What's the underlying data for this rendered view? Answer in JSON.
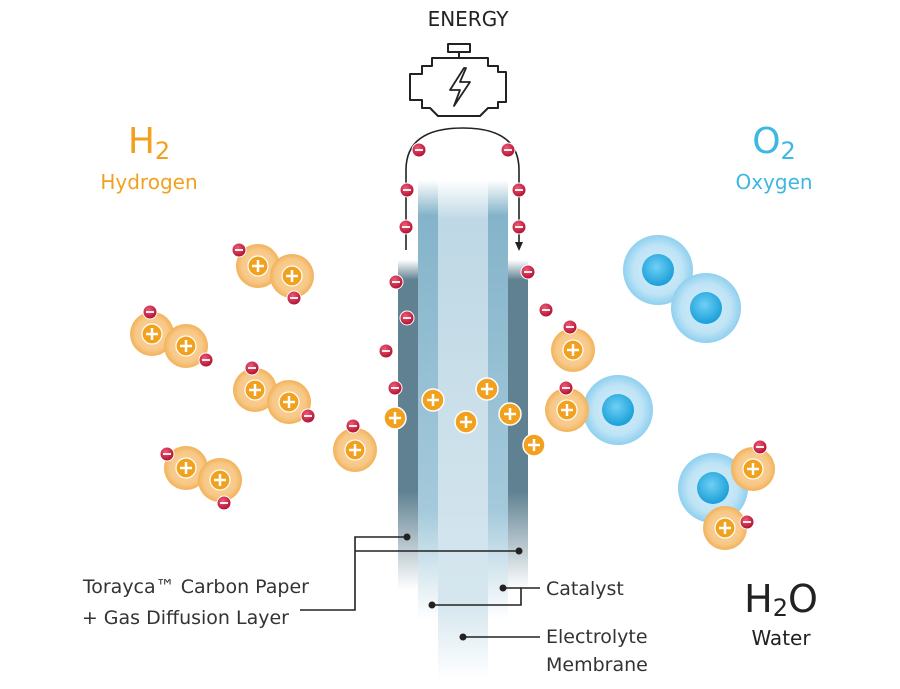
{
  "energy": {
    "label": "ENERGY",
    "icon": "engine-bolt-icon"
  },
  "hydrogen": {
    "symbol": "H",
    "subscript": "2",
    "name": "Hydrogen",
    "color": "#f2a11e"
  },
  "oxygen": {
    "symbol": "O",
    "subscript": "2",
    "name": "Oxygen",
    "color": "#3db8e2"
  },
  "water": {
    "symbol_h": "H",
    "subscript": "2",
    "symbol_o": "O",
    "name": "Water",
    "color": "#222222"
  },
  "labels": {
    "carbon_paper_line1": "Torayca™ Carbon Paper",
    "carbon_paper_line2": "+ Gas Diffusion Layer",
    "catalyst": "Catalyst",
    "membrane_line1": "Electrolyte",
    "membrane_line2": "Membrane"
  },
  "colors": {
    "electron": "#c8173c",
    "proton": "#f2a11e",
    "oxygen_atom": "#1ea7df",
    "layer_dark": "#4e7385",
    "layer_light": "#a9cbdc"
  }
}
